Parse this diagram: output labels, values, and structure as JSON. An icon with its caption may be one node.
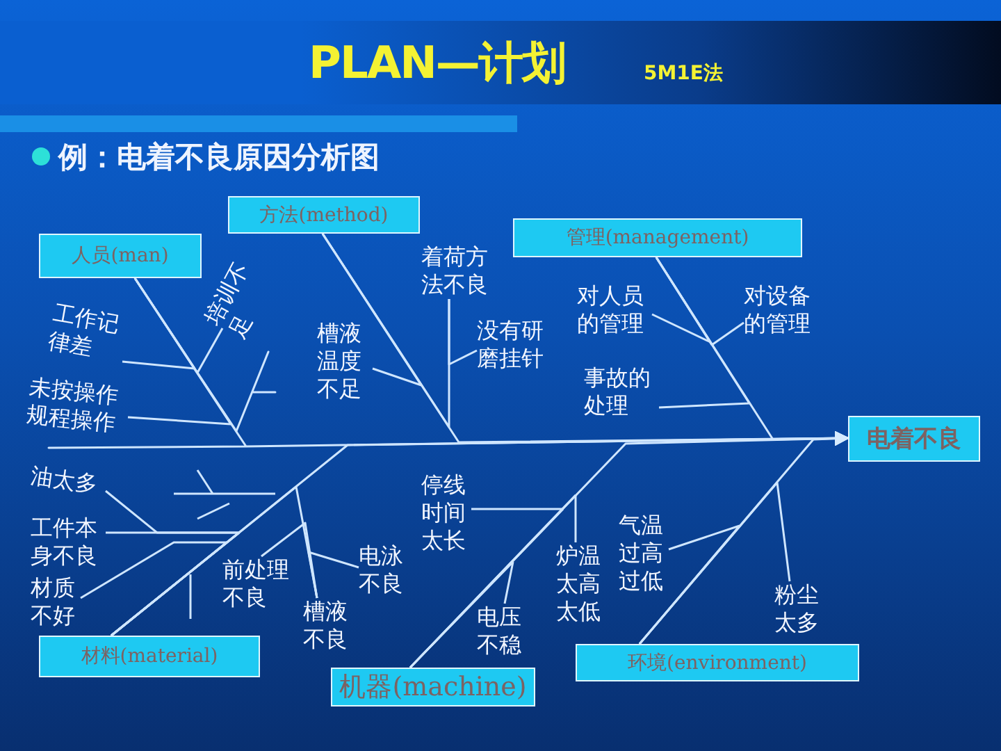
{
  "diagram": {
    "title": "PLAN—计划",
    "nodes": [
      {
        "text": [
          "人员(man)"
        ]
      },
      {
        "text": [
          "工作记律差"
        ]
      },
      {
        "text": [
          "培训不足"
        ]
      },
      {
        "text": [
          "未按操作规程操作"
        ]
      },
      {
        "text": [
          "方法(method)"
        ]
      },
      {
        "text": [
          "槽液温度不足"
        ]
      },
      {
        "text": [
          "着荷方法不良"
        ]
      },
      {
        "text": [
          "没有研磨挂针"
        ]
      },
      {
        "text": [
          "管理(management)"
        ]
      },
      {
        "text": [
          "对人员的管理"
        ]
      },
      {
        "text": [
          "对设备的管理"
        ]
      },
      {
        "text": [
          "事故的处理"
        ]
      },
      {
        "text": [
          "电着不良"
        ]
      },
      {
        "text": [
          "材料(material)"
        ]
      },
      {
        "text": [
          "油太多"
        ]
      },
      {
        "text": [
          "工件本身不良"
        ]
      },
      {
        "text": [
          "材质不好"
        ]
      },
      {
        "text": [
          "前处理不良"
        ]
      },
      {
        "text": [
          "槽液不良"
        ]
      },
      {
        "text": [
          "电泳不良"
        ]
      },
      {
        "text": [
          "机器(machine)"
        ]
      },
      {
        "text": [
          "停线时间太长"
        ]
      },
      {
        "text": [
          "炉温太高太低"
        ]
      },
      {
        "text": [
          "电压不稳"
        ]
      },
      {
        "text": [
          "环境(environment)"
        ]
      },
      {
        "text": [
          "气温过高过低"
        ]
      },
      {
        "text": [
          "粉尘太多"
        ]
      }
    ],
    "edges": [
      {
        "from": 0,
        "to": 12,
        "arrow": "to"
      },
      {
        "from": 4,
        "to": 12,
        "arrow": "to"
      },
      {
        "from": 8,
        "to": 12,
        "arrow": "to"
      },
      {
        "from": 13,
        "to": 12,
        "arrow": "to"
      },
      {
        "from": 20,
        "to": 12,
        "arrow": "to"
      },
      {
        "from": 24,
        "to": 12,
        "arrow": "to"
      },
      {
        "from": 1,
        "to": 0,
        "arrow": "none"
      },
      {
        "from": 2,
        "to": 0,
        "arrow": "none"
      },
      {
        "from": 3,
        "to": 0,
        "arrow": "none"
      },
      {
        "from": 5,
        "to": 4,
        "arrow": "none"
      },
      {
        "from": 6,
        "to": 4,
        "arrow": "none"
      },
      {
        "from": 7,
        "to": 6,
        "arrow": "none"
      },
      {
        "from": 9,
        "to": 8,
        "arrow": "none"
      },
      {
        "from": 10,
        "to": 8,
        "arrow": "none"
      },
      {
        "from": 11,
        "to": 8,
        "arrow": "none"
      },
      {
        "from": 14,
        "to": 13,
        "arrow": "none"
      },
      {
        "from": 15,
        "to": 13,
        "arrow": "none"
      },
      {
        "from": 16,
        "to": 13,
        "arrow": "none"
      },
      {
        "from": 17,
        "to": 18,
        "arrow": "none"
      },
      {
        "from": 18,
        "to": 13,
        "arrow": "none"
      },
      {
        "from": 19,
        "to": 18,
        "arrow": "none"
      },
      {
        "from": 21,
        "to": 20,
        "arrow": "none"
      },
      {
        "from": 22,
        "to": 20,
        "arrow": "none"
      },
      {
        "from": 23,
        "to": 20,
        "arrow": "none"
      },
      {
        "from": 25,
        "to": 24,
        "arrow": "none"
      },
      {
        "from": 26,
        "to": 24,
        "arrow": "none"
      }
    ],
    "labels": [
      "5M1E法",
      "例：电着不良原因分析图"
    ]
  }
}
